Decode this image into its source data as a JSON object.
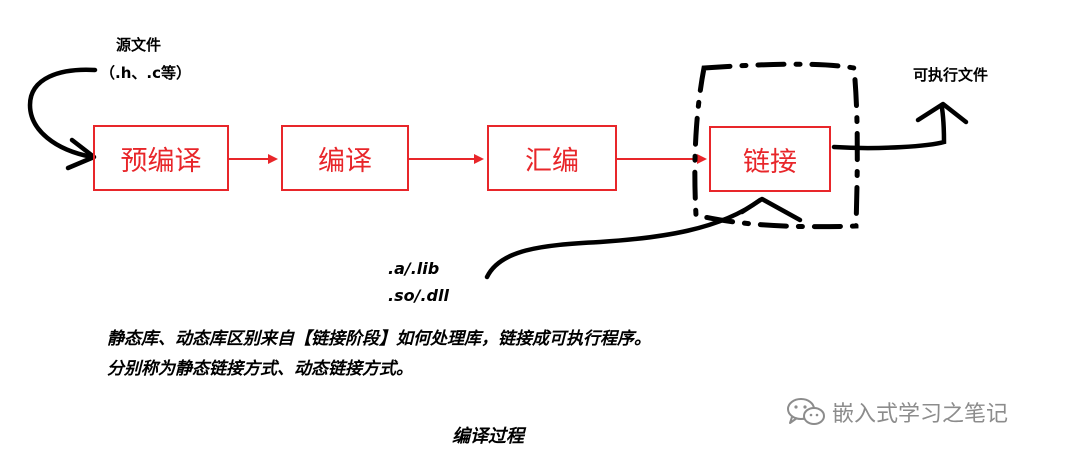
{
  "source": {
    "title": "源文件",
    "extensions": "（.h、.c等）"
  },
  "stages": [
    {
      "label": "预编译"
    },
    {
      "label": "编译"
    },
    {
      "label": "汇编"
    },
    {
      "label": "链接"
    }
  ],
  "output": {
    "label": "可执行文件"
  },
  "libraries": {
    "static": ".a/.lib",
    "dynamic": ".so/.dll"
  },
  "description": {
    "line1": "静态库、动态库区别来自【链接阶段】如何处理库，链接成可执行程序。",
    "line2": "分别称为静态链接方式、动态链接方式。"
  },
  "caption": "编译过程",
  "watermark": {
    "text": "嵌入式学习之笔记",
    "icon": "wechat-icon"
  },
  "colors": {
    "stage": "#e8262a",
    "ink": "#000000",
    "watermark": "#8c8c8c"
  }
}
